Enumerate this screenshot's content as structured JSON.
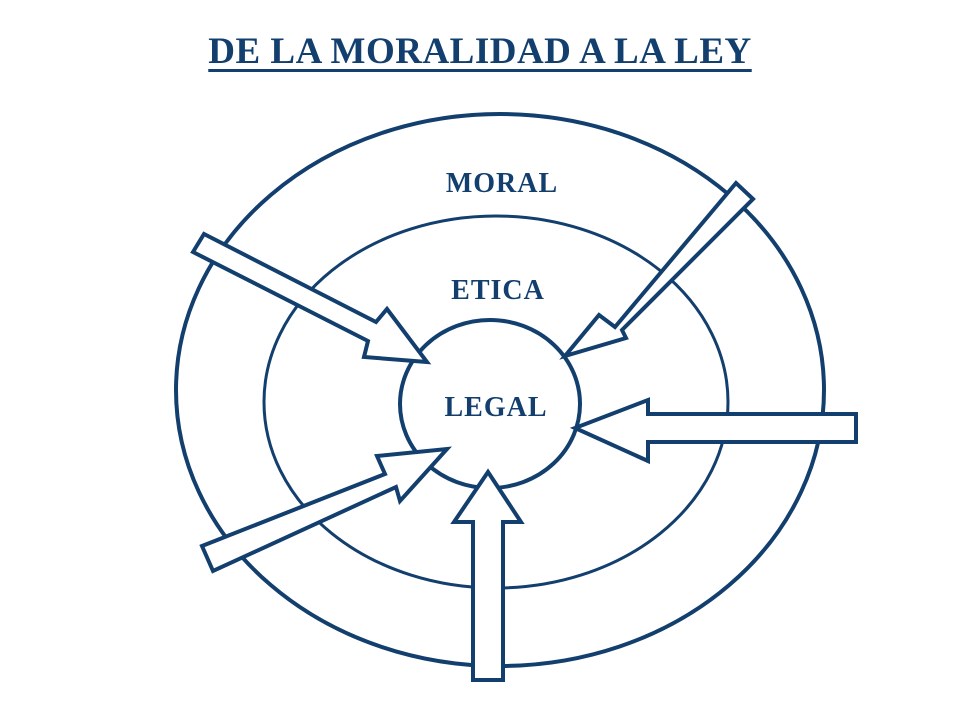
{
  "title": "DE LA MORALIDAD A LA LEY",
  "labels": {
    "outer": "MORAL",
    "middle": "ETICA",
    "inner": "LEGAL"
  },
  "colors": {
    "stroke": "#123f6e",
    "title": "#123f6e",
    "background": "#ffffff"
  }
}
